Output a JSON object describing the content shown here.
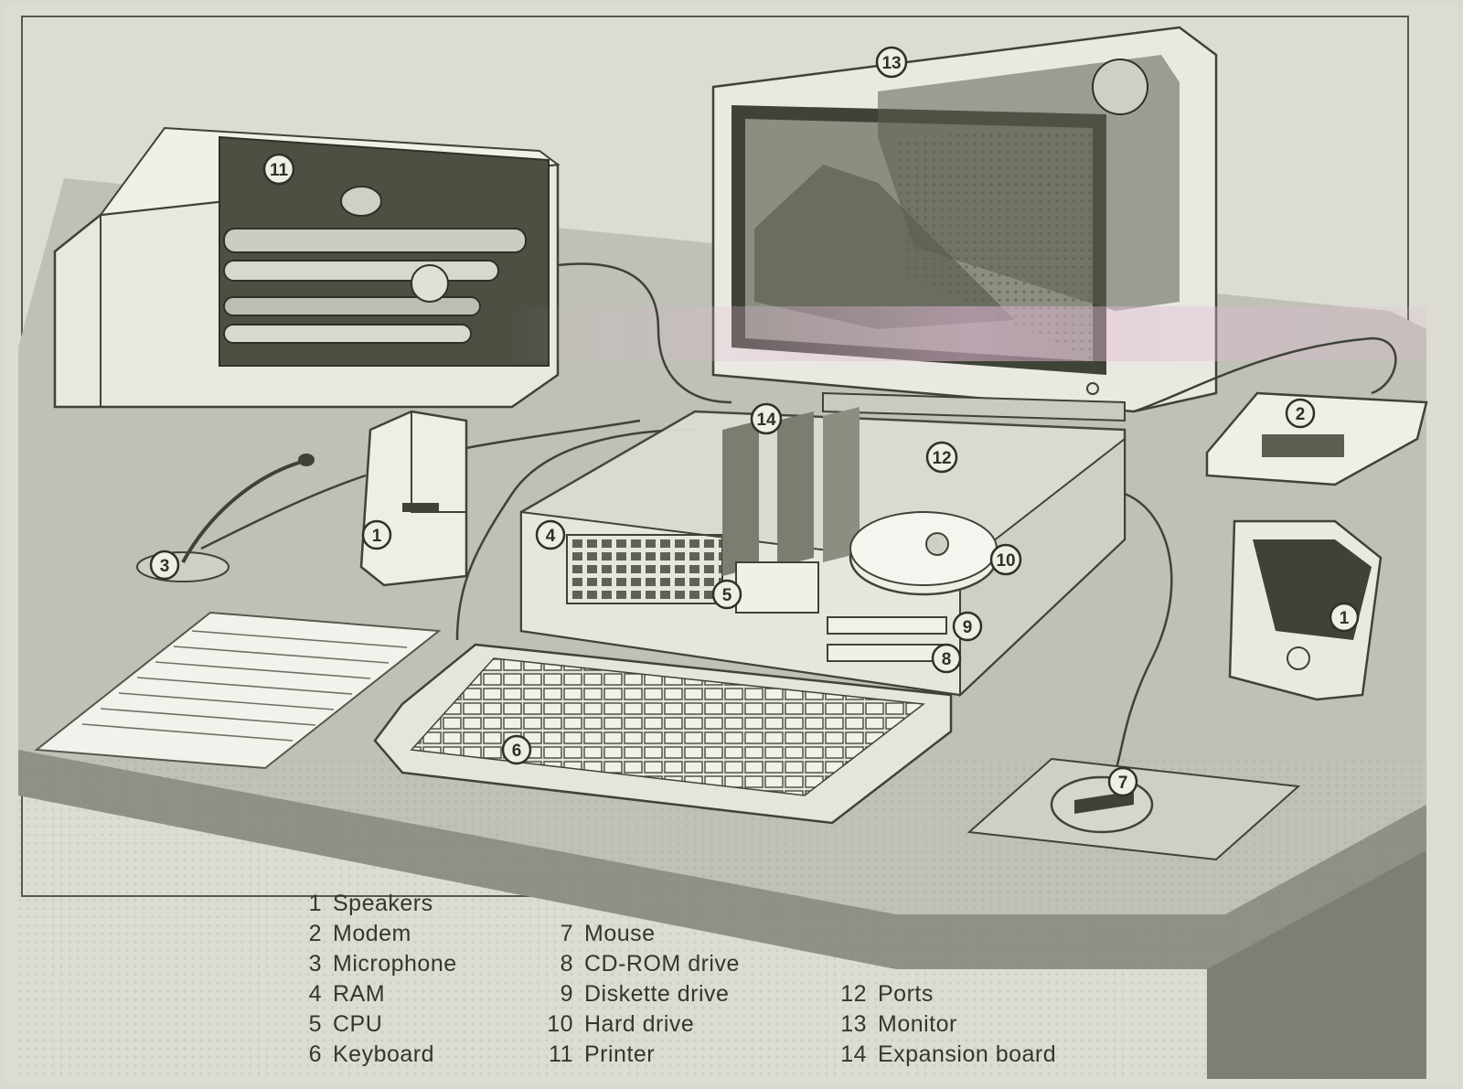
{
  "diagram": {
    "markers": [
      "1",
      "2",
      "3",
      "4",
      "5",
      "6",
      "7",
      "8",
      "9",
      "10",
      "11",
      "12",
      "13",
      "14"
    ],
    "legend": [
      {
        "num": "1",
        "label": "Speakers"
      },
      {
        "num": "2",
        "label": "Modem"
      },
      {
        "num": "3",
        "label": "Microphone"
      },
      {
        "num": "4",
        "label": "RAM"
      },
      {
        "num": "5",
        "label": "CPU"
      },
      {
        "num": "6",
        "label": "Keyboard"
      },
      {
        "num": "7",
        "label": "Mouse"
      },
      {
        "num": "8",
        "label": "CD-ROM drive"
      },
      {
        "num": "9",
        "label": "Diskette drive"
      },
      {
        "num": "10",
        "label": "Hard drive"
      },
      {
        "num": "11",
        "label": "Printer"
      },
      {
        "num": "12",
        "label": "Ports"
      },
      {
        "num": "13",
        "label": "Monitor"
      },
      {
        "num": "14",
        "label": "Expansion board"
      }
    ]
  },
  "colors": {
    "paper": "#d9d9d2",
    "ink": "#2d3126",
    "desk": "#b9bab0",
    "desk_edge": "#8f9187",
    "accent_tint": "#e2b7d6"
  }
}
